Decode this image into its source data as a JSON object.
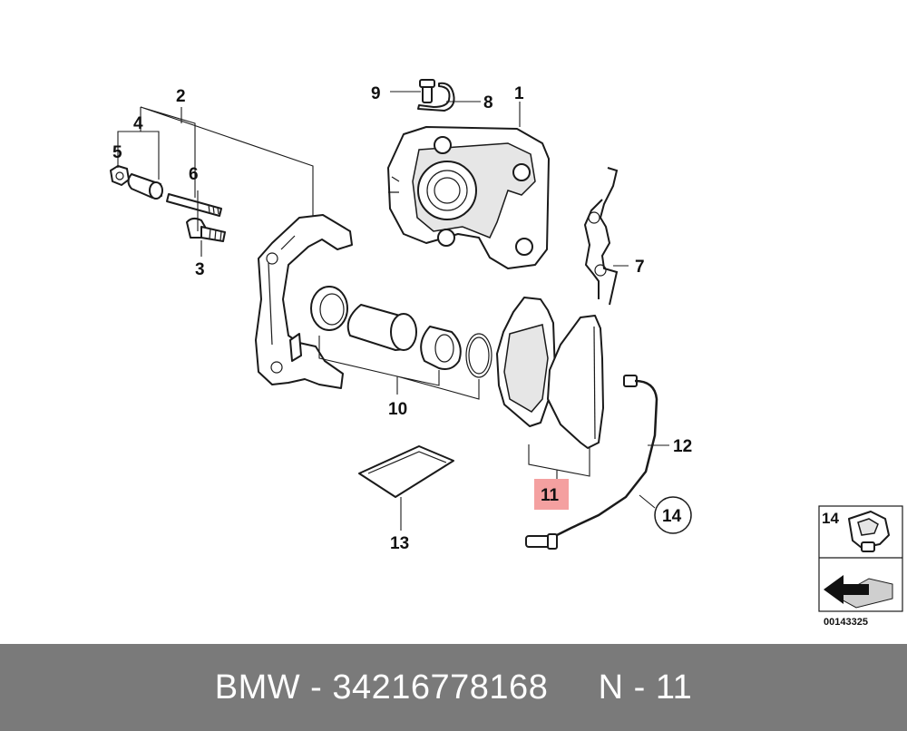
{
  "callouts": {
    "c1": "1",
    "c2": "2",
    "c3": "3",
    "c4": "4",
    "c5": "5",
    "c6": "6",
    "c7": "7",
    "c8": "8",
    "c9": "9",
    "c10": "10",
    "c11": "11",
    "c12": "12",
    "c13": "13",
    "c14": "14"
  },
  "legend": {
    "label": "14",
    "code": "00143325"
  },
  "footer": {
    "text": "BMW - 34216778168     N - 11"
  },
  "highlight": {
    "color": "#f08080",
    "callout": "11"
  }
}
